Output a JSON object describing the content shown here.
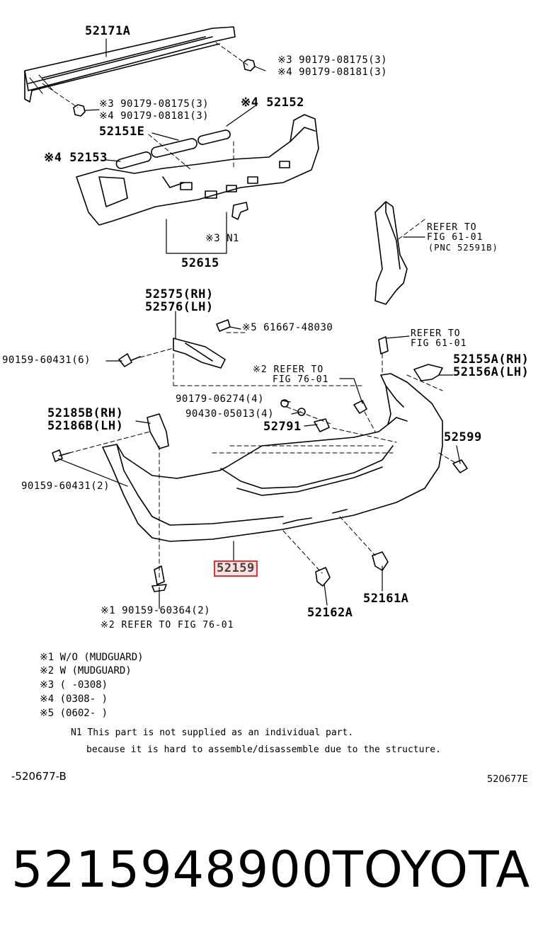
{
  "callouts": {
    "p52171A": "52171A",
    "f1a_1": "※3 90179-08175(3)",
    "f1a_2": "※4 90179-08181(3)",
    "f1b_1": "※3 90179-08175(3)",
    "f1b_2": "※4 90179-08181(3)",
    "p52152": "※4 52152",
    "p52151E": "52151E",
    "p52153": "※4 52153",
    "n1": "※3 N1",
    "p52615": "52615",
    "refer1_l1": "REFER TO",
    "refer1_l2": "FIG 61-01",
    "refer1_l3": "(PNC 52591B)",
    "p52575": "52575(RH)",
    "p52576": "52576(LH)",
    "p61667": "※5 61667-48030",
    "refer2_l1": "REFER TO",
    "refer2_l2": "FIG 61-01",
    "f90159a": "90159-60431(6)",
    "p52155A": "52155A(RH)",
    "p52156A": "52156A(LH)",
    "refer3_l1": "※2 REFER TO",
    "refer3_l2": "FIG 76-01",
    "f90179": "90179-06274(4)",
    "f90430": "90430-05013(4)",
    "p52791": "52791",
    "p52185B": "52185B(RH)",
    "p52186B": "52186B(LH)",
    "p52599": "52599",
    "f90159b": "90159-60431(2)",
    "p52159": "52159",
    "p52161A": "52161A",
    "p52162A": "52162A",
    "f90159c": "※1 90159-60364(2)",
    "refer4": "※2 REFER TO FIG 76-01"
  },
  "notes": {
    "n1": "※1  W/O (MUDGUARD)",
    "n2": "※2  W (MUDGUARD)",
    "n3": "※3  (      -0308)",
    "n4": "※4  (0308-      )",
    "n5": "※5  (0602-      )",
    "n1_text_l1": "N1 This part is not supplied as an individual part.",
    "n1_text_l2": "because it is hard to assemble/disassemble due to the structure."
  },
  "footer": {
    "left_code": "-520677-B",
    "right_code": "520677E",
    "part_number": "5215948900",
    "brand": "TOYOTA"
  },
  "highlight_color": "#d43a3a"
}
